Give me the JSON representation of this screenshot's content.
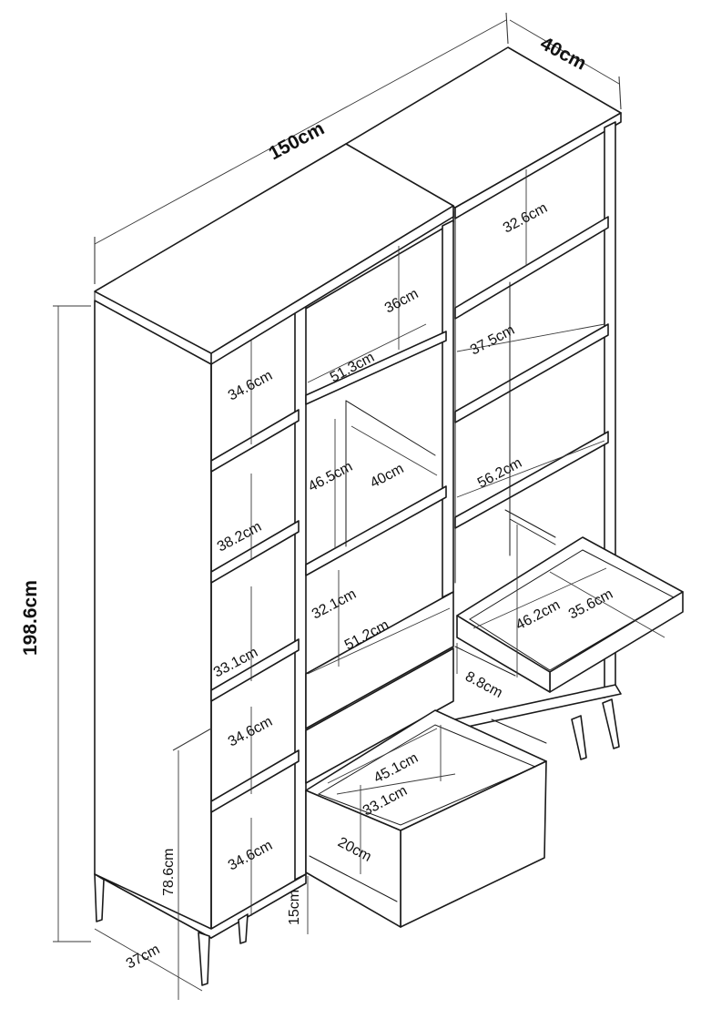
{
  "overall": {
    "width": "150cm",
    "depth": "40cm",
    "height": "198.6cm"
  },
  "dimensions": {
    "top_right_shelf": "32.6cm",
    "top_middle_height": "36cm",
    "right_shelf_2": "37.5cm",
    "left_shelf_1": "34.6cm",
    "middle_width": "51.3cm",
    "right_width": "56.2cm",
    "middle_shelf_height": "46.5cm",
    "middle_depth": "40cm",
    "left_shelf_2": "38.2cm",
    "middle_lower_height": "32.1cm",
    "middle_lower_width": "51.2cm",
    "open_drawer_width": "46.2cm",
    "open_drawer_depth": "35.6cm",
    "left_shelf_3": "33.1cm",
    "open_drawer_height": "8.8cm",
    "left_shelf_4": "34.6cm",
    "bottom_drawer_width": "45.1cm",
    "bottom_drawer_depth": "33.1cm",
    "bottom_drawer_height": "20cm",
    "left_shelf_5": "34.6cm",
    "leg_section_height": "78.6cm",
    "leg_height": "15cm",
    "side_depth": "37cm"
  }
}
